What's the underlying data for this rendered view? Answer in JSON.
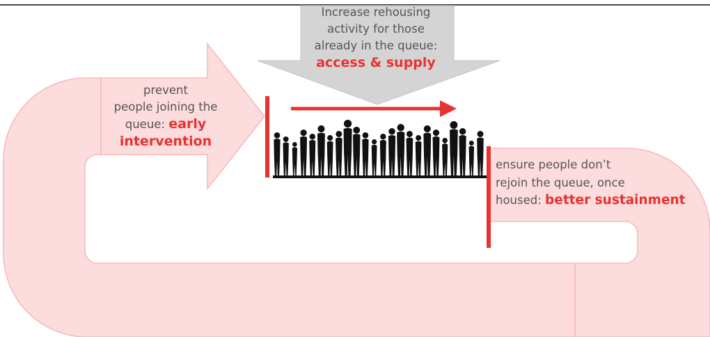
{
  "colors": {
    "loop_fill": "#fcdcdc",
    "loop_stroke": "#f7b8b8",
    "accent_red": "#e8322f",
    "grey_arrow": "#d4d4d4",
    "text_grey": "#555555",
    "silhouette": "#111111"
  },
  "labels": {
    "early": {
      "line1": "prevent",
      "line2": "people joining the",
      "line3_prefix": "queue:",
      "highlight1": "early",
      "highlight2": "intervention"
    },
    "access": {
      "line1": "Increase rehousing",
      "line2": "activity for those",
      "line3": "already in the queue:",
      "highlight": "access & supply"
    },
    "sustain": {
      "line1": "ensure people don’t",
      "line2": "rejoin the queue, once",
      "line3_prefix": "housed:",
      "highlight": "better sustainment"
    }
  },
  "queue": {
    "person_count": 24,
    "direction": "left-to-right"
  }
}
